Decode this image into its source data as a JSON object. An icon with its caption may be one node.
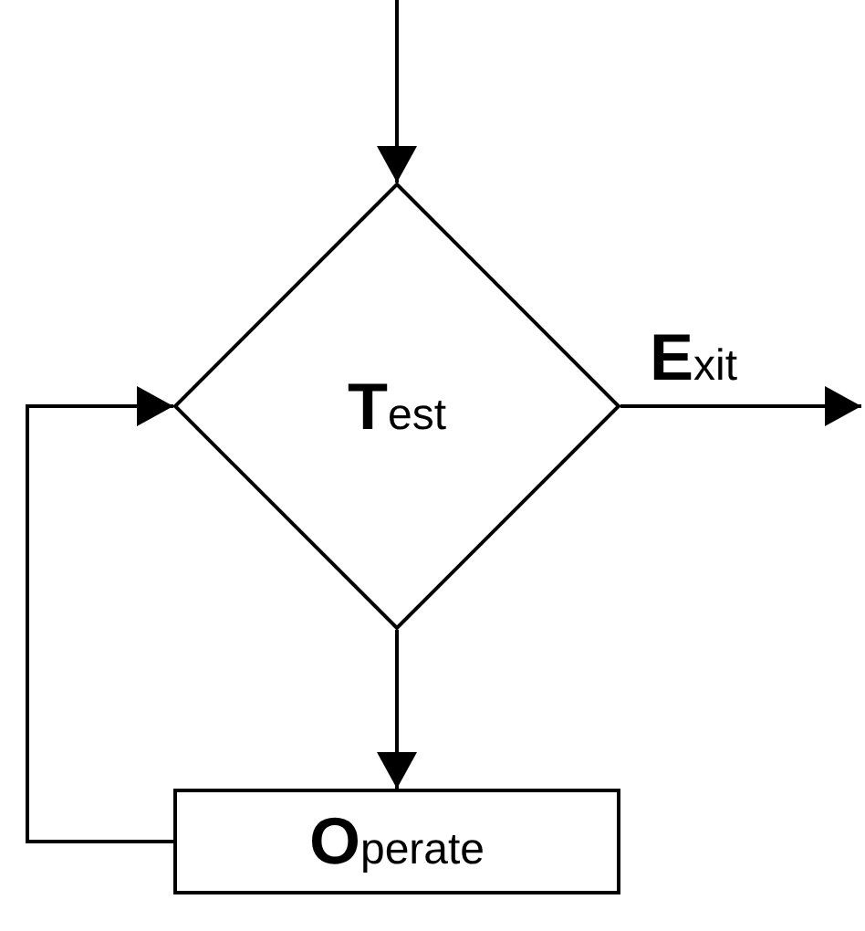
{
  "diagram": {
    "nodes": [
      {
        "text": [
          "**T**est"
        ]
      },
      {
        "text": [
          "**O**perate"
        ]
      }
    ],
    "edges": [
      {
        "from": null,
        "to": 0,
        "arrow": "to"
      },
      {
        "from": 0,
        "to": null,
        "arrow": "to",
        "label": "**E**xit"
      },
      {
        "from": 0,
        "to": 1,
        "arrow": "to"
      },
      {
        "from": 1,
        "to": 0,
        "arrow": "to"
      }
    ]
  }
}
